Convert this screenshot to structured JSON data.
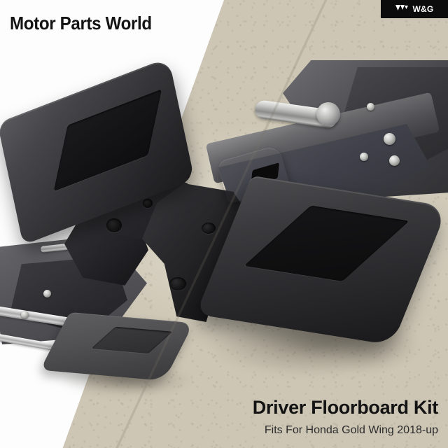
{
  "brand": {
    "title": "Motor Parts World"
  },
  "watermark": {
    "label": "W&G",
    "icon": "triple-chevron-mark-icon"
  },
  "product": {
    "title": "Driver Floorboard Kit",
    "subtitle": "Fits For Honda Gold Wing 2018-up"
  },
  "photo": {
    "description": "Composite product photo of a black motorcycle driver floorboard kit installed on a Honda Gold Wing, shown from two angles split by a diagonal seam",
    "parts": [
      {
        "name": "upper-left-floorboard",
        "label": "Black floorboard, tilted up"
      },
      {
        "name": "lower-right-floorboard",
        "label": "Black floorboard, installed flat"
      },
      {
        "name": "lower-left-heel-board",
        "label": "Grey heel rest board"
      },
      {
        "name": "mounting-bracket",
        "label": "Black mounting bracket assembly"
      },
      {
        "name": "shift-lever",
        "label": "Black shift lever arm"
      }
    ]
  },
  "colors": {
    "background_white": "#ffffff",
    "ground_beige": "#d6d0c0",
    "part_black": "#2b2b2d",
    "frame_grey": "#55555a",
    "chrome": "#c9c9c6",
    "text_dark": "#131313",
    "badge_background": "#0c0c0c"
  }
}
